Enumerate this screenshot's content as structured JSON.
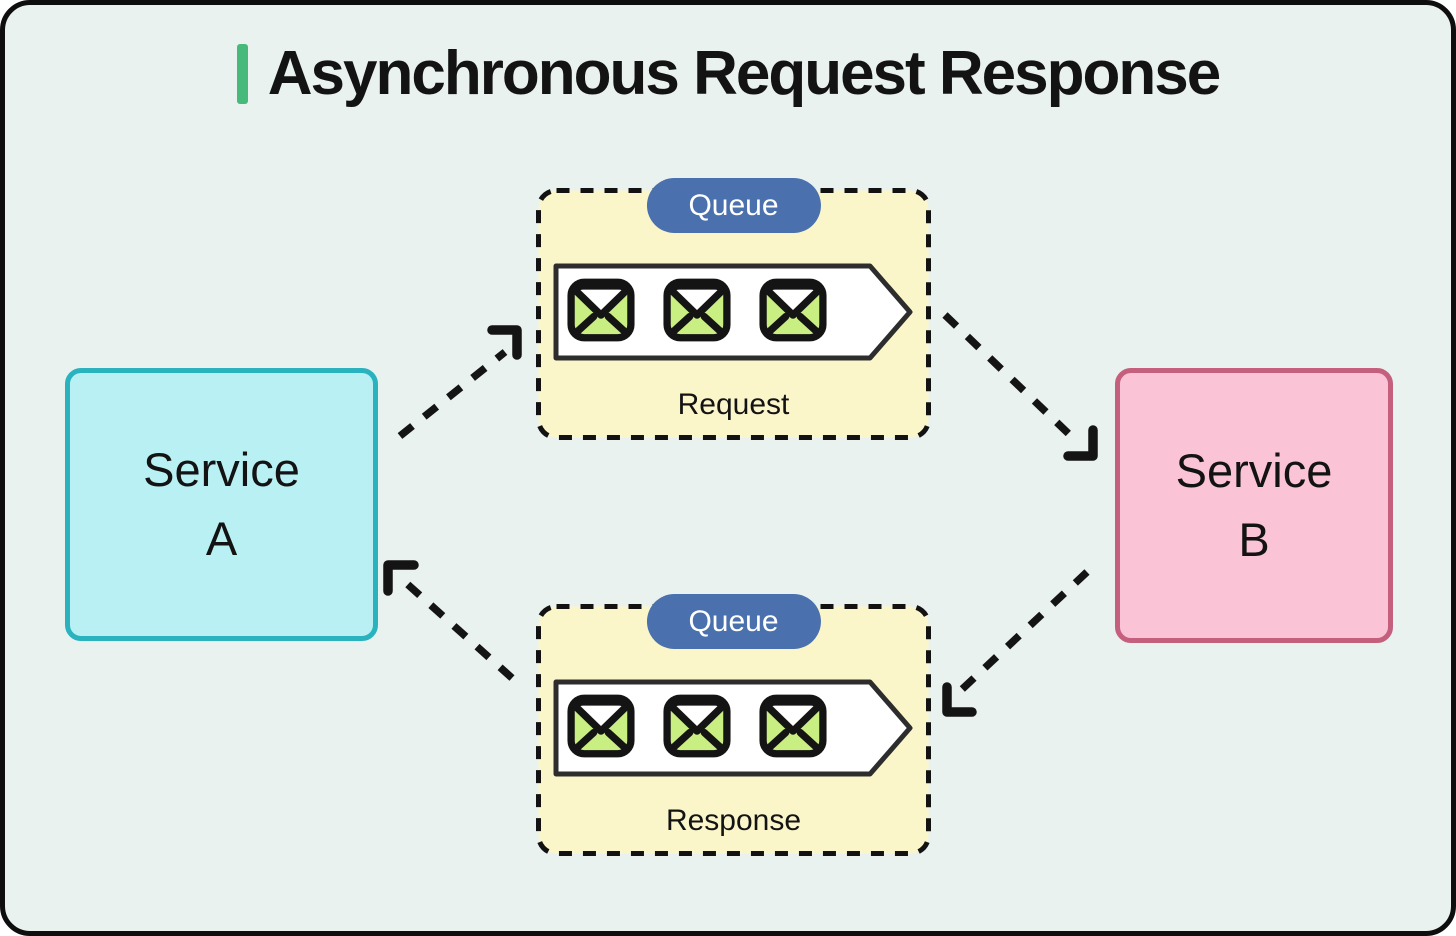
{
  "title": {
    "text": "Asynchronous Request Response",
    "accent_color": "#47b97a"
  },
  "canvas": {
    "background": "#e9f2ee",
    "border_color": "#0e0e0e"
  },
  "nodes": {
    "service_a": {
      "line1": "Service",
      "line2": "A",
      "fill": "#b8f0f4",
      "border": "#2ab3bf"
    },
    "service_b": {
      "line1": "Service",
      "line2": "B",
      "fill": "#fac3d6",
      "border": "#c4607e"
    }
  },
  "queues": {
    "request": {
      "badge": "Queue",
      "label": "Request",
      "message_count": 3
    },
    "response": {
      "badge": "Queue",
      "label": "Response",
      "message_count": 3
    }
  },
  "colors": {
    "queue_fill": "#fbf6ca",
    "queue_dash": "#121212",
    "badge_fill": "#4a71ae",
    "badge_text": "#ffffff",
    "envelope_green": "#c9ef82",
    "arrow_color": "#141414",
    "container_stroke": "#2d2d2d"
  },
  "flows": [
    {
      "from": "service-a",
      "to": "request-queue"
    },
    {
      "from": "request-queue",
      "to": "service-b"
    },
    {
      "from": "service-b",
      "to": "response-queue"
    },
    {
      "from": "response-queue",
      "to": "service-a"
    }
  ]
}
